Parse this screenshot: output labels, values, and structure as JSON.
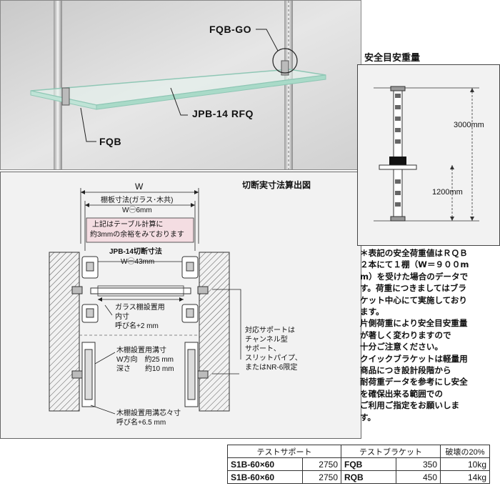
{
  "photo": {
    "label_fqb_go": "FQB-GO",
    "label_jpb": "JPB-14 RFQ",
    "label_fqb": "FQB"
  },
  "drawing": {
    "title": "切断実寸法算出図",
    "w_label": "W",
    "shelf_dim_1": "棚板寸法(ガラス･木共)",
    "shelf_dim_2": "W㊀6mm",
    "note_box_1": "上記はテーブル計算に",
    "note_box_2": "約3mmの余裕をみております",
    "jpb_1": "JPB-14切断寸法",
    "jpb_2": "W㊀43mm",
    "glass_1": "ガラス棚設置用",
    "glass_2": "内寸",
    "glass_3": "呼び名+2 mm",
    "support_1": "対応サポートは",
    "support_2": "チャンネル型",
    "support_3": "サポート、",
    "support_4": "スリットパイプ、",
    "support_5": "またはNR-6限定",
    "wood_1": "木棚設置用溝寸",
    "wood_2": "W方向　約25 mm",
    "wood_3": "深さ　　約10 mm",
    "wood_core_1": "木棚設置用溝芯々寸",
    "wood_core_2": "呼び名+6.5 mm"
  },
  "load": {
    "title": "安全目安重量",
    "dim_top": "3000mm",
    "dim_mid": "1200mm"
  },
  "notes": [
    "＊表記の安全荷重値はＲＱＢ",
    "２本にて１棚（W＝９００m",
    "m）を受けた場合のデータで",
    "す。荷重につきましてはブラ",
    "ケット中心にて実施しており",
    "ます。",
    "片側荷重により安全目安重量",
    "が著しく変わりますので",
    "十分ご注意ください。",
    "クイックブラケットは軽量用",
    "商品につき設計段階から",
    "耐荷重データを参考にし安全",
    "を確保出来る範囲での",
    "ご利用ご指定をお願いしま",
    "す。"
  ],
  "table": {
    "headers": [
      "テストサポート",
      "テストブラケット",
      "破壊の20%"
    ],
    "rows": [
      {
        "support": "S1B-60×60",
        "support_val": "2750",
        "bracket": "FQB",
        "bracket_val": "350",
        "load": "10kg"
      },
      {
        "support": "S1B-60×60",
        "support_val": "2750",
        "bracket": "RQB",
        "bracket_val": "450",
        "load": "14kg"
      }
    ]
  },
  "colors": {
    "wall": "#dcdcdc",
    "glass_edge": "#9fd4c4",
    "hatch": "#555555"
  }
}
